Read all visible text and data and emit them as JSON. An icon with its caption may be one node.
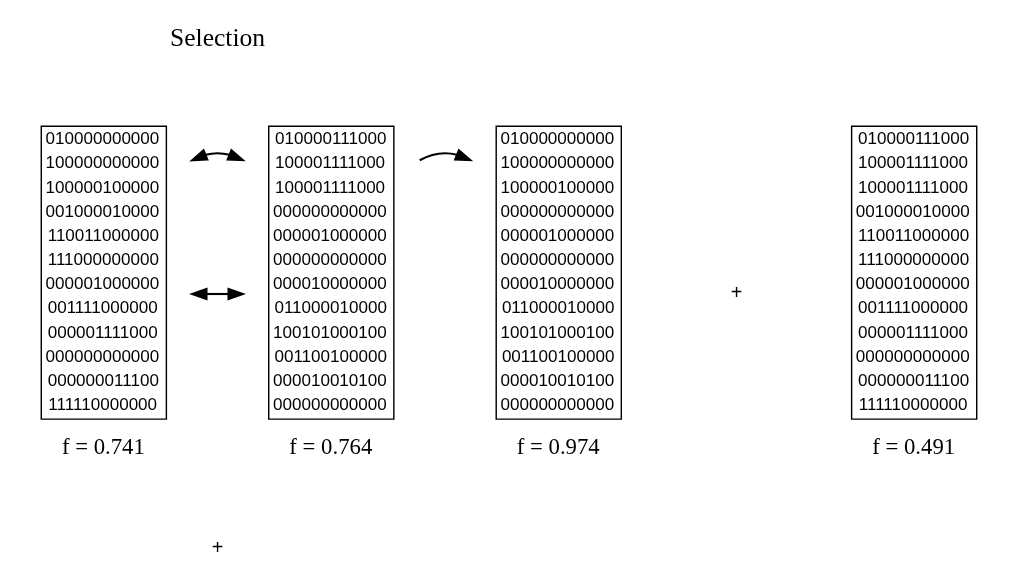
{
  "diagram": {
    "nodes": [
      {
        "text": [
          "010000000000",
          "100000000000",
          "100000100000",
          "001000010000",
          "110011000000",
          "111000000000",
          "000001000000",
          "001111000000",
          "000001111000",
          "000000000000",
          "000000011100",
          "111110000000"
        ],
        "beside": [
          "f = 0.741"
        ]
      },
      {
        "text": [
          "010000111000",
          "100001111000",
          "100001111000",
          "000000000000",
          "000001000000",
          "000000000000",
          "000010000000",
          "011000010000",
          "100101000100",
          "001100100000",
          "000010010100",
          "000000000000"
        ],
        "beside": [
          "f = 0.764"
        ]
      },
      {
        "text": [
          "010000000000",
          "100000000000",
          "100000100000",
          "000000000000",
          "000001000000",
          "000000000000",
          "000010000000",
          "011000010000",
          "100101000100",
          "001100100000",
          "000010010100",
          "000000000000"
        ],
        "beside": [
          "f = 0.974"
        ]
      },
      {
        "text": [
          "010000111000",
          "100001111000",
          "100001111000",
          "001000010000",
          "110011000000",
          "111000000000",
          "000001000000",
          "001111000000",
          "000001111000",
          "000000000000",
          "000000011100",
          "111110000000"
        ],
        "beside": [
          "f = 0.491"
        ]
      }
    ],
    "edges": [
      {
        "from": 0,
        "to": 1,
        "arrow": "both"
      },
      {
        "from": 0,
        "to": 1,
        "arrow": "both"
      },
      {
        "from": 1,
        "to": 2,
        "arrow": "to"
      }
    ],
    "labels": [
      "Selection",
      "+",
      "+"
    ]
  }
}
